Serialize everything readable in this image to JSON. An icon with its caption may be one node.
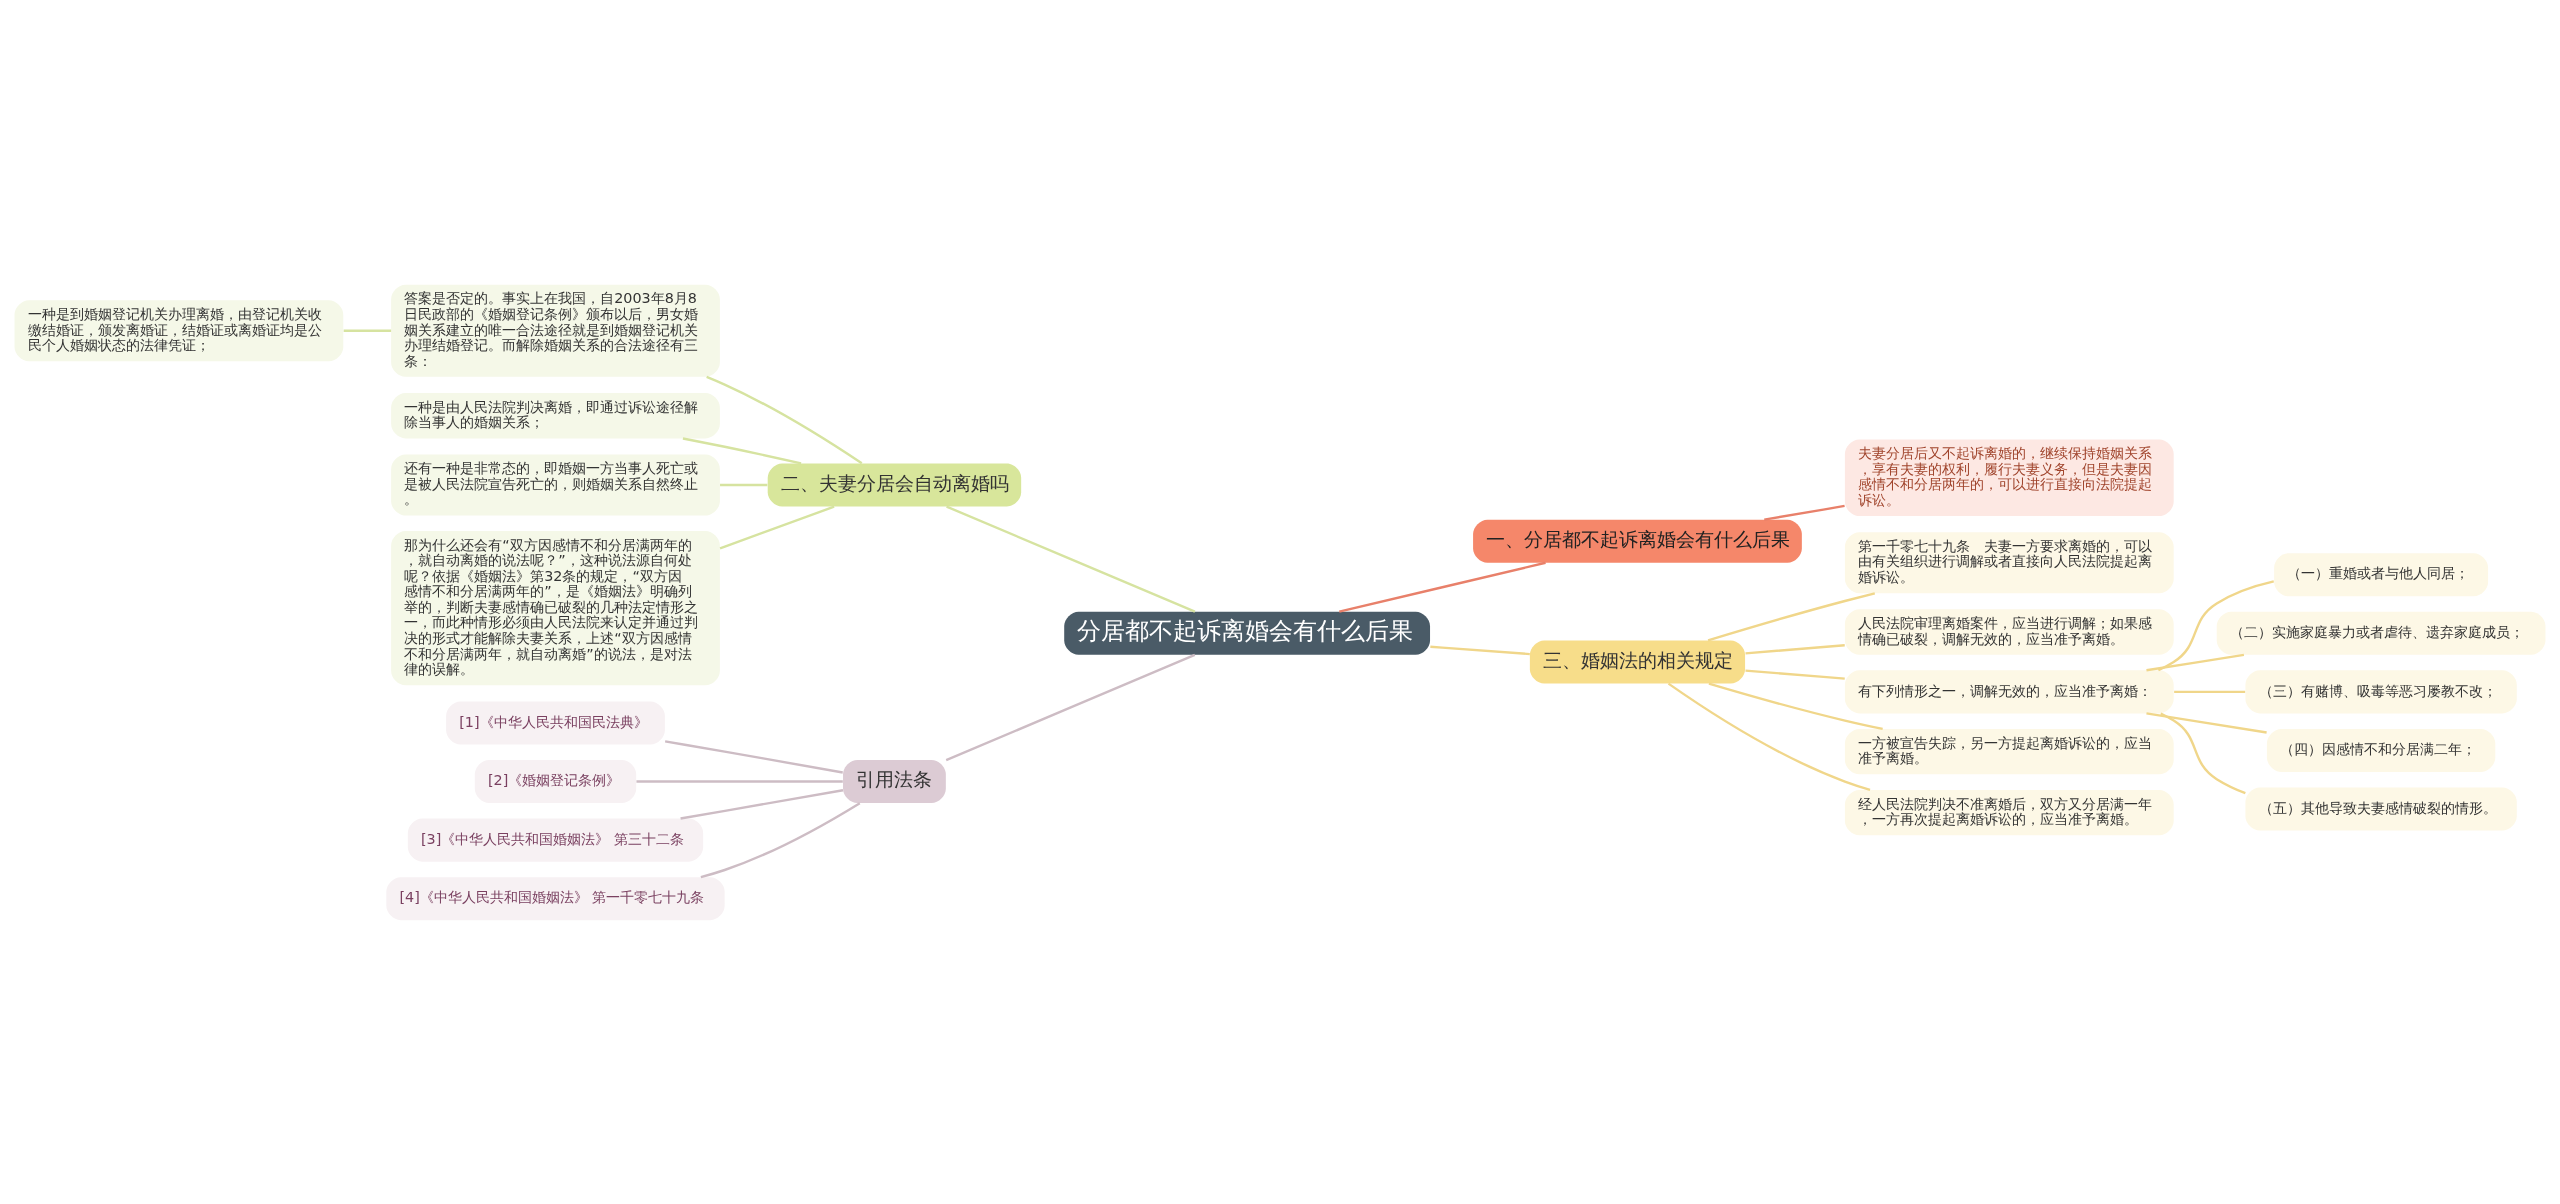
{
  "diagram": {
    "nodes": [
      {
        "text": [
          "分居都不起诉离婚会有什么后果"
        ]
      },
      {
        "text": [
          "一、分居都不起诉离婚会有什么后果"
        ]
      },
      {
        "text": [
          "夫妻分居后又不起诉离婚的，继续保持婚姻关系，享有夫妻的权利，履行夫妻义务，但是夫妻因感情不和分居两年的，可以进行直接向法院提起诉讼。"
        ]
      },
      {
        "text": [
          "二、夫妻分居会自动离婚吗"
        ]
      },
      {
        "text": [
          "答案是否定的。事实上在我国，自2003年8月8日民政部的《婚姻登记条例》颁布以后，男女婚姻关系建立的唯一合法途径就是到婚姻登记机关办理结婚登记。而解除婚姻关系的合法途径有三条："
        ]
      },
      {
        "text": [
          "一种是到婚姻登记机关办理离婚，由登记机关收缴结婚证，颁发离婚证，结婚证或离婚证均是公民个人婚姻状态的法律凭证；"
        ]
      },
      {
        "text": [
          "一种是由人民法院判决离婚，即通过诉讼途径解除当事人的婚姻关系；"
        ]
      },
      {
        "text": [
          "还有一种是非常态的，即婚姻一方当事人死亡或是被人民法院宣告死亡的，则婚姻关系自然终止。"
        ]
      },
      {
        "text": [
          "那为什么还会有“双方因感情不和分居满两年的，就自动离婚的说法呢？”，这种说法源自何处呢？依据《婚姻法》第32条的规定，“双方因感情不和分居满两年的”，是《婚姻法》明确列举的，判断夫妻感情确已破裂的几种法定情形之一，而此种情形必须由人民法院来认定并通过判决的形式才能解除夫妻关系，上述“双方因感情不和分居满两年，就自动离婚”的说法，是对法律的误解。"
        ]
      },
      {
        "text": [
          "三、婚姻法的相关规定"
        ]
      },
      {
        "text": [
          "第一千零七十九条　夫妻一方要求离婚的，可以由有关组织进行调解或者直接向人民法院提起离婚诉讼。"
        ]
      },
      {
        "text": [
          "人民法院审理离婚案件，应当进行调解；如果感情确已破裂，调解无效的，应当准予离婚。"
        ]
      },
      {
        "text": [
          "有下列情形之一，调解无效的，应当准予离婚："
        ]
      },
      {
        "text": [
          "（一）重婚或者与他人同居；"
        ]
      },
      {
        "text": [
          "（二）实施家庭暴力或者虐待、遗弃家庭成员；"
        ]
      },
      {
        "text": [
          "（三）有赌博、吸毒等恶习屡教不改；"
        ]
      },
      {
        "text": [
          "（四）因感情不和分居满二年；"
        ]
      },
      {
        "text": [
          "（五）其他导致夫妻感情破裂的情形。"
        ]
      },
      {
        "text": [
          "一方被宣告失踪，另一方提起离婚诉讼的，应当准予离婚。"
        ]
      },
      {
        "text": [
          "经人民法院判决不准离婚后，双方又分居满一年，一方再次提起离婚诉讼的，应当准予离婚。"
        ]
      },
      {
        "text": [
          "引用法条"
        ]
      },
      {
        "text": [
          "[1]《中华人民共和国民法典》"
        ]
      },
      {
        "text": [
          "[2]《婚姻登记条例》"
        ]
      },
      {
        "text": [
          "[3]《中华人民共和国婚姻法》 第三十二条"
        ]
      },
      {
        "text": [
          "[4]《中华人民共和国婚姻法》 第一千零七十九条"
        ]
      }
    ],
    "edges": [
      {
        "from": 0,
        "to": 1,
        "arrow": "none",
        "color": "#e8806a"
      },
      {
        "from": 1,
        "to": 2,
        "arrow": "none",
        "color": "#e8806a"
      },
      {
        "from": 0,
        "to": 3,
        "arrow": "none",
        "color": "#d6e3a0"
      },
      {
        "from": 3,
        "to": 4,
        "arrow": "none",
        "color": "#d6e3a0"
      },
      {
        "from": 4,
        "to": 5,
        "arrow": "none",
        "color": "#d6e3a0"
      },
      {
        "from": 3,
        "to": 6,
        "arrow": "none",
        "color": "#d6e3a0"
      },
      {
        "from": 3,
        "to": 7,
        "arrow": "none",
        "color": "#d6e3a0"
      },
      {
        "from": 3,
        "to": 8,
        "arrow": "none",
        "color": "#d6e3a0"
      },
      {
        "from": 0,
        "to": 9,
        "arrow": "none"
      },
      {
        "from": 9,
        "to": 10,
        "arrow": "none"
      },
      {
        "from": 9,
        "to": 11,
        "arrow": "none"
      },
      {
        "from": 9,
        "to": 12,
        "arrow": "none"
      },
      {
        "from": 12,
        "to": 13,
        "arrow": "none"
      },
      {
        "from": 12,
        "to": 14,
        "arrow": "none"
      },
      {
        "from": 12,
        "to": 15,
        "arrow": "none"
      },
      {
        "from": 12,
        "to": 16,
        "arrow": "none"
      },
      {
        "from": 12,
        "to": 17,
        "arrow": "none"
      },
      {
        "from": 9,
        "to": 18,
        "arrow": "none"
      },
      {
        "from": 9,
        "to": 19,
        "arrow": "none"
      },
      {
        "from": 0,
        "to": 20,
        "arrow": "none",
        "color": "#cdbcc4"
      },
      {
        "from": 20,
        "to": 21,
        "arrow": "none",
        "color": "#cdbcc4"
      },
      {
        "from": 20,
        "to": 22,
        "arrow": "none",
        "color": "#cdbcc4"
      },
      {
        "from": 20,
        "to": 23,
        "arrow": "none",
        "color": "#cdbcc4"
      },
      {
        "from": 20,
        "to": 24,
        "arrow": "none",
        "color": "#cdbcc4"
      }
    ]
  }
}
